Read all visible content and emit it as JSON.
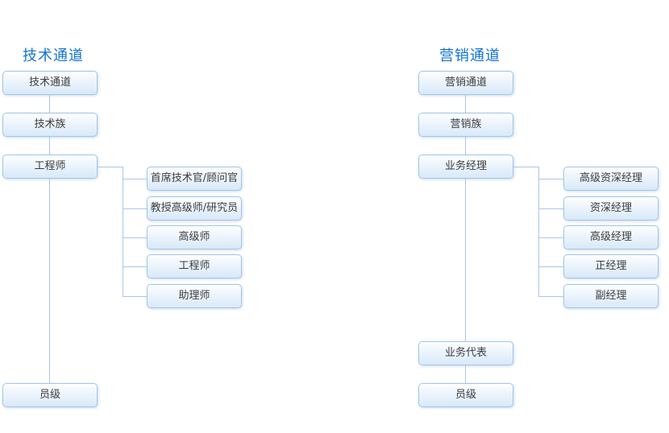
{
  "tech_chart": {
    "title": "技术通道",
    "main_path": [
      "技术通道",
      "技术族",
      "工程师",
      "员级"
    ],
    "sub_levels": [
      "首席技术官/顾问官",
      "教授高级师/研究员",
      "高级师",
      "工程师",
      "助理师"
    ]
  },
  "marketing_chart": {
    "title": "营销通道",
    "main_path": [
      "营销通道",
      "营销族",
      "业务经理",
      "业务代表",
      "员级"
    ],
    "sub_levels": [
      "高级资深经理",
      "资深经理",
      "高级经理",
      "正经理",
      "副经理"
    ]
  },
  "colors": {
    "title_blue": "#1273d4",
    "node_border": "#a3c6e8",
    "node_fill_top": "#feffff",
    "node_fill_bottom": "#d8e9fa",
    "connector_line": "#a9c7e9",
    "node_text": "#3d3d3d",
    "background": "#ffffff"
  }
}
